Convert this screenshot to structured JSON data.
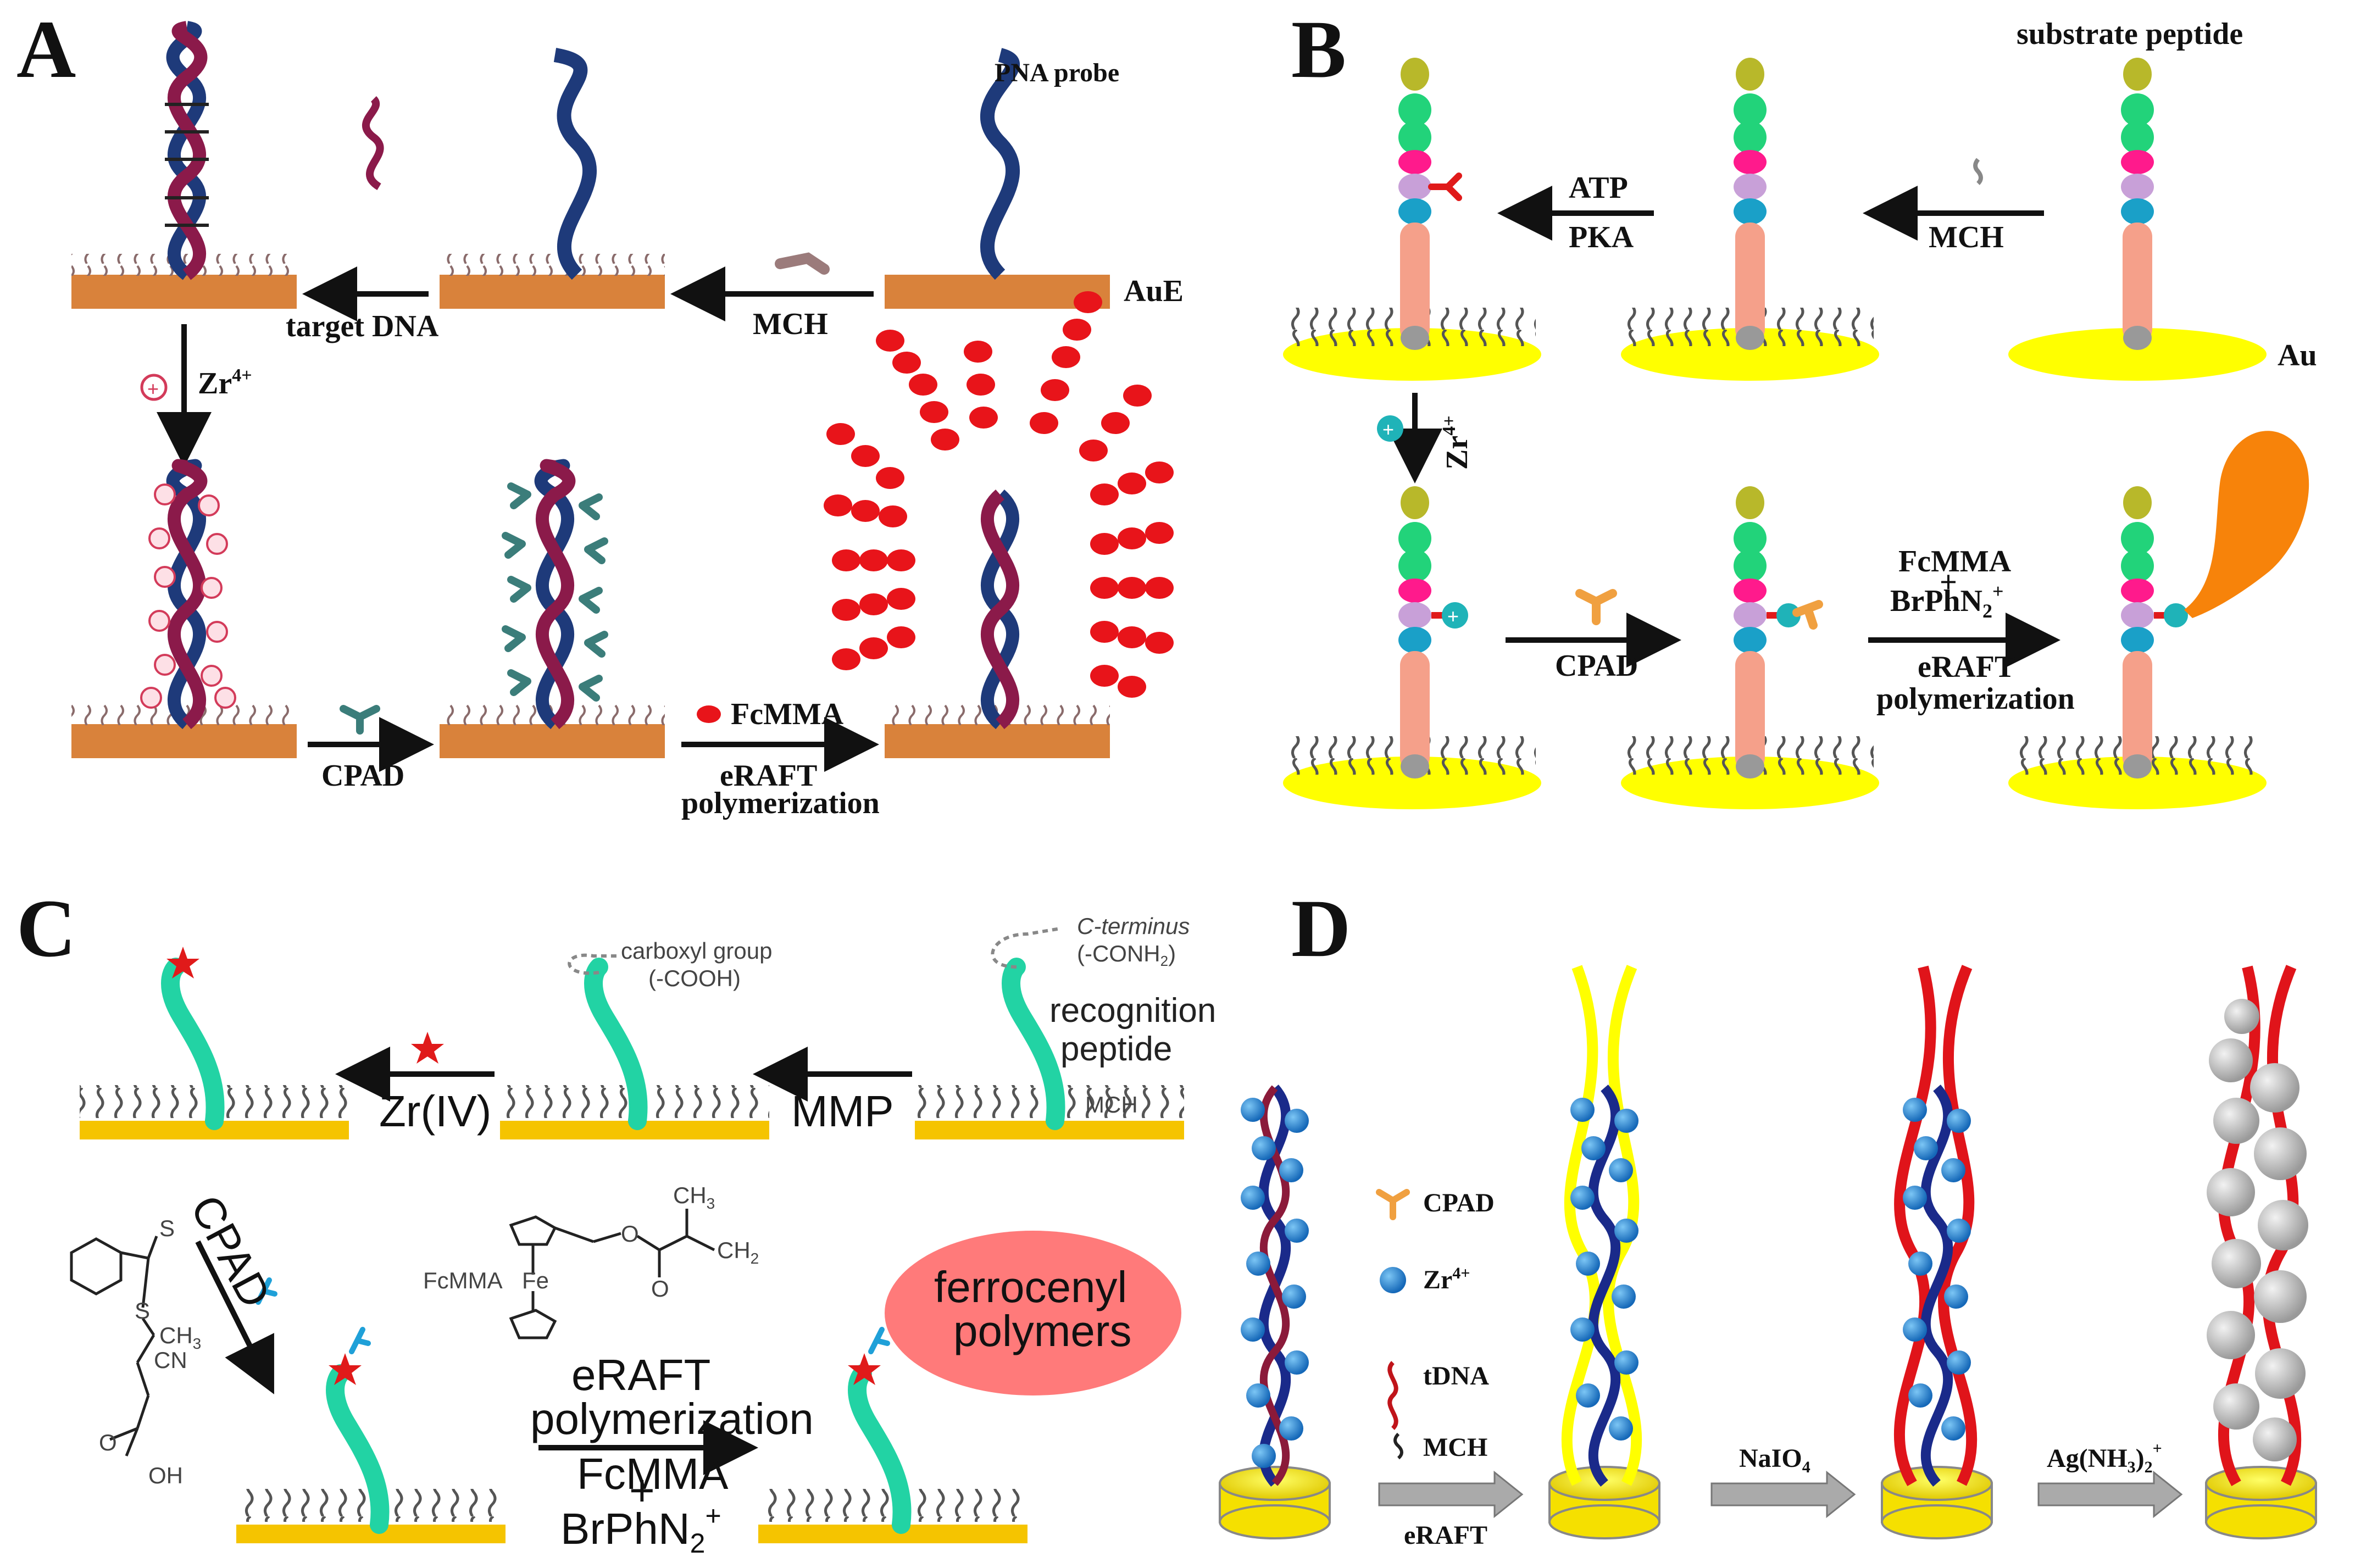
{
  "panels": {
    "A": {
      "letter": "A",
      "pna_probe": "PNA probe",
      "aue": "AuE",
      "mch": "MCH",
      "target_dna": "target DNA",
      "zr": "Zr",
      "zr_sup": "4+",
      "cpad": "CPAD",
      "fcmma": "FcMMA",
      "eraft": "eRAFT",
      "polymerization": "polymerization",
      "colors": {
        "electrode": "#d9823b",
        "target_strand": "#8b1a4a",
        "probe_strand": "#1e3a7a",
        "polymer": "#e8141a",
        "cpad": "#3b7d7a"
      }
    },
    "B": {
      "letter": "B",
      "substrate_peptide": "substrate peptide",
      "mch": "MCH",
      "au": "Au",
      "atp": "ATP",
      "pka": "PKA",
      "zr": "Zr",
      "zr_sup": "4+",
      "cpad": "CPAD",
      "fcmma": "FcMMA",
      "plus": "+",
      "brphn": "BrPhN",
      "brphn_sub": "2",
      "brphn_sup": "+",
      "eraft": "eRAFT",
      "polymerization": "polymerization",
      "colors": {
        "gold": "#ffff00",
        "polymer": "#f7830a",
        "zr": "#1fb3b8"
      }
    },
    "C": {
      "letter": "C",
      "c_terminus": "C-terminus",
      "conh2": "(-CONH",
      "conh2_sub": "2",
      "conh2_close": ")",
      "carboxyl": "carboxyl group",
      "cooh": "(-COOH)",
      "recognition": "recognition",
      "peptide": "peptide",
      "mch": "MCH",
      "mmp": "MMP",
      "zr": "Zr(IV)",
      "cpad": "CPAD",
      "fcmma": "FcMMA",
      "fe": "Fe",
      "ch3": "CH",
      "ch3_sub": "3",
      "ch2": "CH",
      "ch2_sub": "2",
      "o": "O",
      "s": "S",
      "cn": "CN",
      "oh": "OH",
      "ferrocenyl": "ferrocenyl",
      "polymers": "polymers",
      "eraft": "eRAFT",
      "polymerization": "polymerization",
      "plus": "+",
      "brphn": "BrPhN",
      "brphn_sub": "2",
      "brphn_sup": "+",
      "colors": {
        "peptide": "#22d3a4",
        "electrode": "#f5c400",
        "polymer": "#ff6b6b"
      }
    },
    "D": {
      "letter": "D",
      "legend_cpad": "CPAD",
      "legend_zr": "Zr",
      "legend_zr_sup": "4+",
      "legend_tdna": "tDNA",
      "legend_mch": "MCH",
      "eraft": "eRAFT",
      "naio": "NaIO",
      "naio_sub": "4",
      "ag": "Ag(NH",
      "ag_sub": "3",
      "ag_close": ")",
      "ag_sub2": "2",
      "ag_sup": "+",
      "colors": {
        "yellow_strand": "#ffff00",
        "red_strand": "#e0141a",
        "zr": "#2a8fd6",
        "silver": "#c8c8c8",
        "arrow": "#aaaaaa"
      }
    }
  }
}
